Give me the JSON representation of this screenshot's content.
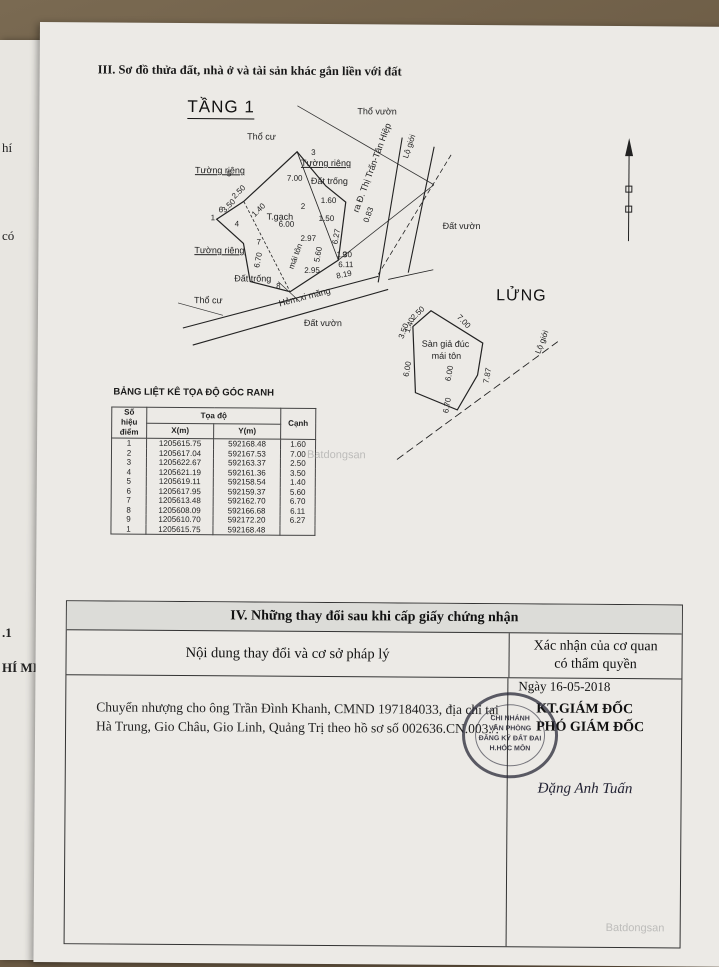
{
  "left_fragments": [
    "hí",
    "có",
    ".1",
    "HÍ MINH"
  ],
  "section3_title": "III. Sơ đồ thửa đất, nhà ở và tài sản khác gắn liền với đất",
  "floor1_title": "TẦNG 1",
  "mezzanine_title": "LỬNG",
  "floor1_labels": {
    "tho_vuon_top": "Thổ vườn",
    "tho_cu_top": "Thổ cư",
    "tuong_rieng_1": "Tường riêng",
    "tuong_rieng_2": "Tường riêng",
    "tuong_rieng_3": "Tường riêng",
    "dat_trong_1": "Đất trống",
    "dat_trong_2": "Đất trống",
    "dat_vuon_right": "Đất vườn",
    "tho_cu_bottom": "Thổ cư",
    "dat_vuon_bottom": "Đất vườn",
    "hem": "Hẻm xi măng",
    "road": "ra Đ. Thị Trấn-Tân Hiệp",
    "lo_gioi": "Lộ giới",
    "t_gach": "T.gạch",
    "nha_mai_ton": "mái tôn",
    "measures": [
      "2.50",
      "3.50",
      "1.40",
      "7.00",
      "1.60",
      "6.00",
      "2.97",
      "6.70",
      "6.27",
      "5.60",
      "8.19",
      "6.11",
      "2.95",
      "0.83",
      "1.50",
      "1.30"
    ],
    "point_nums": [
      "1",
      "2",
      "3",
      "4",
      "5",
      "6",
      "7",
      "8",
      "9"
    ]
  },
  "mezz_labels": {
    "san_gia": "Sàn giả đúc",
    "mai_ton": "mái tôn",
    "lo_gioi": "Lộ giới",
    "measures": [
      "2.50",
      "7.00",
      "3.50",
      "1.40",
      "6.00",
      "6.00",
      "7.87",
      "6.70"
    ]
  },
  "coord_table": {
    "title": "BẢNG LIỆT KÊ TỌA ĐỘ GÓC RANH",
    "h_so_hieu": "Số hiệu điểm",
    "h_toa_do": "Tọa độ",
    "h_canh": "Cạnh",
    "h_x": "X(m)",
    "h_y": "Y(m)",
    "rows": [
      [
        "1",
        "1205615.75",
        "592168.48",
        "1.60"
      ],
      [
        "2",
        "1205617.04",
        "592167.53",
        "7.00"
      ],
      [
        "3",
        "1205622.67",
        "592163.37",
        "2.50"
      ],
      [
        "4",
        "1205621.19",
        "592161.36",
        "3.50"
      ],
      [
        "5",
        "1205619.11",
        "592158.54",
        "1.40"
      ],
      [
        "6",
        "1205617.95",
        "592159.37",
        "5.60"
      ],
      [
        "7",
        "1205613.48",
        "592162.70",
        "6.70"
      ],
      [
        "8",
        "1205608.09",
        "592166.68",
        "6.11"
      ],
      [
        "9",
        "1205610.70",
        "592172.20",
        "6.27"
      ],
      [
        "1",
        "1205615.75",
        "592168.48",
        ""
      ]
    ]
  },
  "watermark": "Batdongsan",
  "section4": {
    "title": "IV. Những thay đổi sau khi cấp giấy chứng nhận",
    "col1_header": "Nội dung thay đổi và cơ sở pháp lý",
    "col2_header_line1": "Xác nhận của cơ quan",
    "col2_header_line2": "có thẩm quyền",
    "content": "Chuyển nhượng cho ông Trần Đình Khanh, CMND 197184033, địa chỉ tại Hà Trung, Gio Châu, Gio Linh, Quảng Trị theo hồ sơ số 002636.CN.003./.",
    "date": "Ngày 16-05-2018",
    "role_line1": "KT.GIÁM ĐỐC",
    "role_line2": "PHÓ GIÁM ĐỐC",
    "signer": "Đặng Anh Tuấn",
    "stamp_lines": [
      "CHI NHÁNH",
      "VĂN PHÒNG",
      "ĐĂNG KÝ ĐẤT ĐAI",
      "H.HÓC MÔN"
    ]
  }
}
